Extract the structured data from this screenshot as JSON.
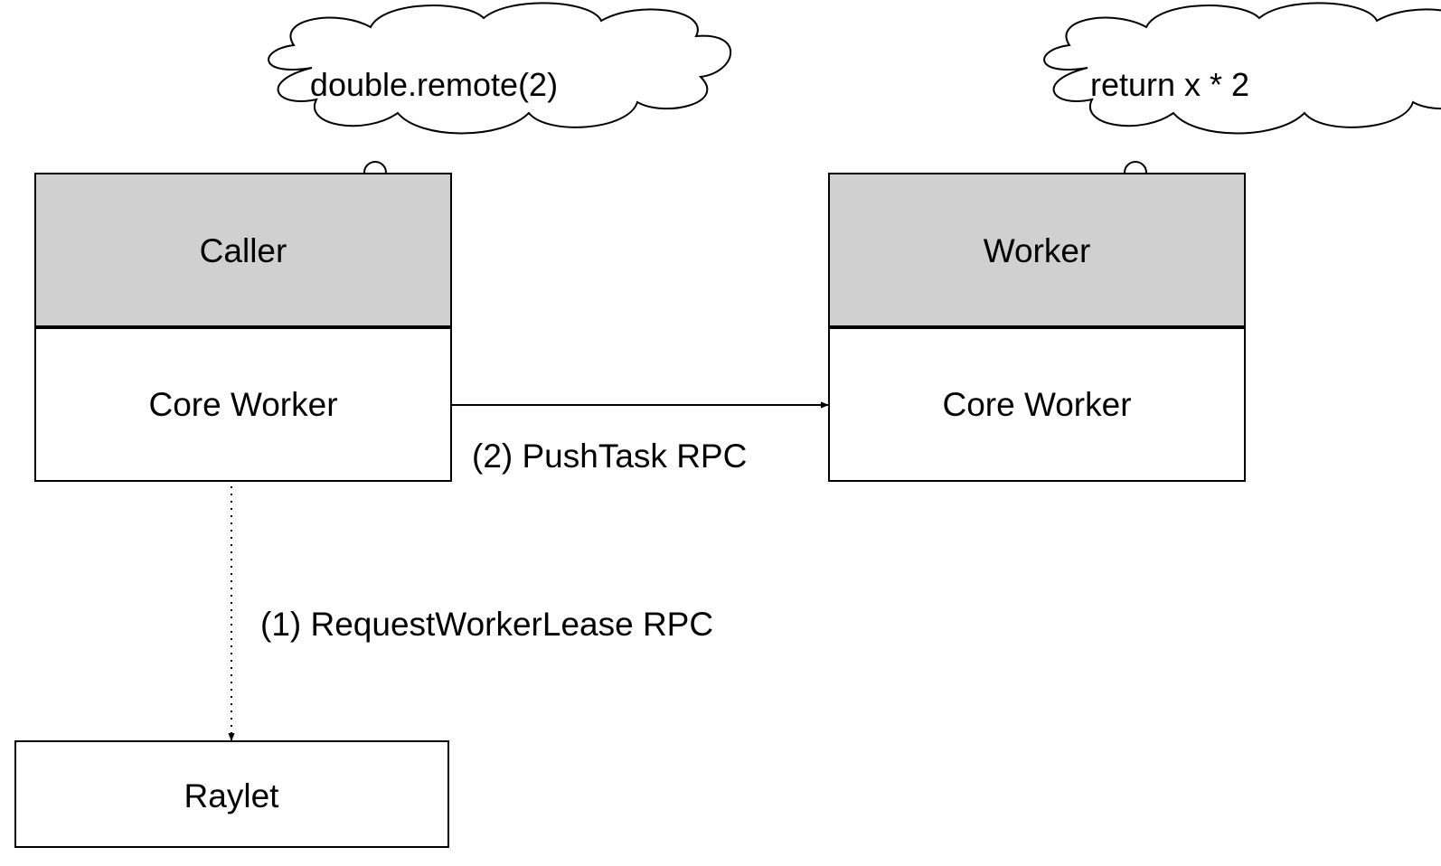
{
  "colors": {
    "background": "#ffffff",
    "stroke": "#000000",
    "header_fill": "#d0d0d0",
    "body_fill": "#ffffff"
  },
  "caller": {
    "title": "Caller",
    "subtitle": "Core Worker",
    "thought": "double.remote(2)"
  },
  "worker": {
    "title": "Worker",
    "subtitle": "Core Worker",
    "thought": "return x * 2"
  },
  "raylet": {
    "title": "Raylet"
  },
  "edges": {
    "request_lease": "(1) RequestWorkerLease RPC",
    "push_task": "(2) PushTask RPC"
  }
}
